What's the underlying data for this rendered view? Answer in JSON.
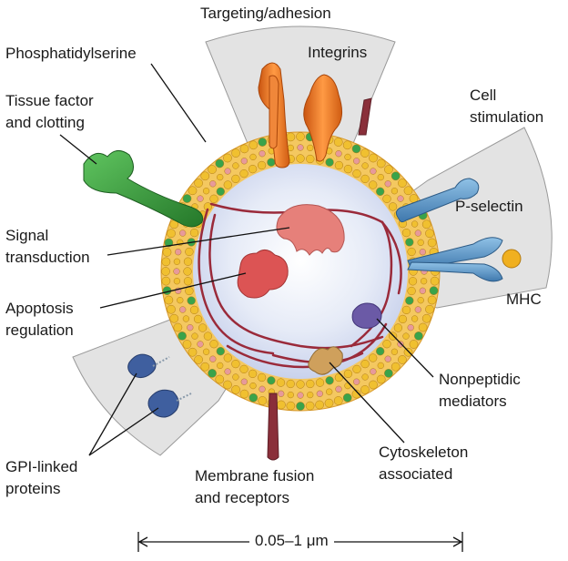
{
  "labels": {
    "targeting": "Targeting/adhesion",
    "integrins": "Integrins",
    "phosphatidylserine": "Phosphatidylserine",
    "tissue_factor_1": "Tissue factor",
    "tissue_factor_2": "and clotting",
    "cell_stim_1": "Cell",
    "cell_stim_2": "stimulation",
    "p_selectin": "P-selectin",
    "mhc": "MHC",
    "signal_1": "Signal",
    "signal_2": "transduction",
    "apoptosis_1": "Apoptosis",
    "apoptosis_2": "regulation",
    "nonpeptidic_1": "Nonpeptidic",
    "nonpeptidic_2": "mediators",
    "cytoskeleton_1": "Cytoskeleton",
    "cytoskeleton_2": "associated",
    "gpi_1": "GPI-linked",
    "gpi_2": "proteins",
    "membrane_1": "Membrane fusion",
    "membrane_2": "and receptors",
    "scale": "0.05–1 μm"
  },
  "colors": {
    "sector": "#e3e3e3",
    "membrane": "#f2c25a",
    "bead_yellow": "#f0c030",
    "bead_green": "#3aa34a",
    "bead_pink": "#e79a9a",
    "interior": "#dfe6f6",
    "fiber": "#9a2a3a",
    "orange_protein": "#f07a22",
    "green_protein": "#3a9a3e",
    "blue_protein": "#5b95c6",
    "pink_protein": "#e07070",
    "red_protein": "#d85050",
    "purple_protein": "#6b5aa6",
    "tan_protein": "#c99a55",
    "navy_protein": "#3f5f9f",
    "maroon_protein": "#8a2f3a"
  }
}
